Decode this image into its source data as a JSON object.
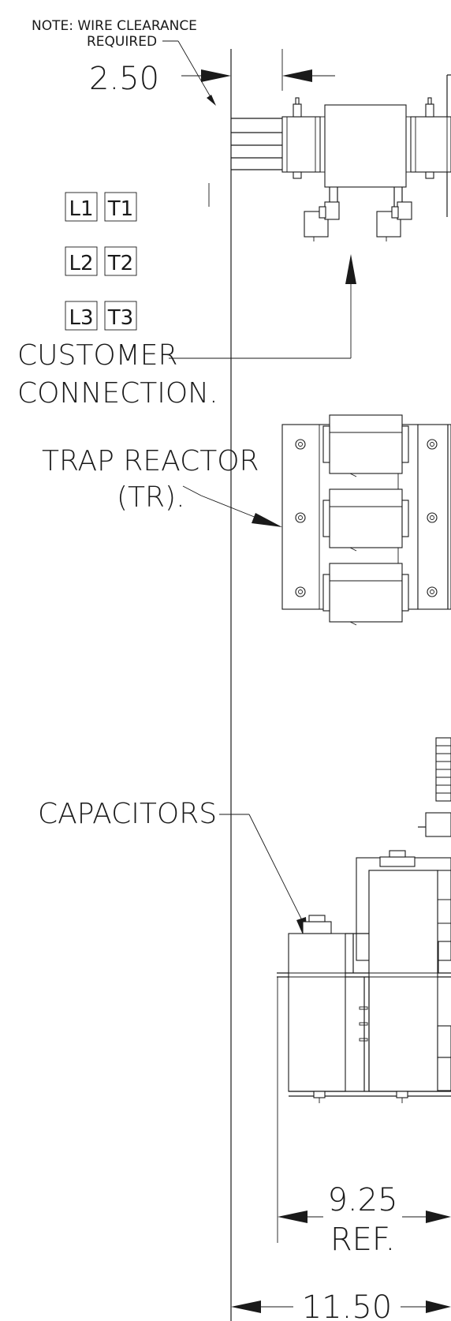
{
  "notes": {
    "wire_clearance_line1": "NOTE: WIRE CLEARANCE",
    "wire_clearance_line2": "REQUIRED"
  },
  "dimensions": {
    "clearance": "2.50",
    "width_ref_value": "9.25",
    "width_ref_suffix": "REF.",
    "overall_width": "11.50"
  },
  "terminals": [
    {
      "line": "L1",
      "load": "T1"
    },
    {
      "line": "L2",
      "load": "T2"
    },
    {
      "line": "L3",
      "load": "T3"
    }
  ],
  "labels": {
    "customer_line1": "CUSTOMER",
    "customer_line2": "CONNECTION.",
    "trap_line1": "TRAP REACTOR",
    "trap_line2": "(TR).",
    "capacitors": "CAPACITORS"
  }
}
